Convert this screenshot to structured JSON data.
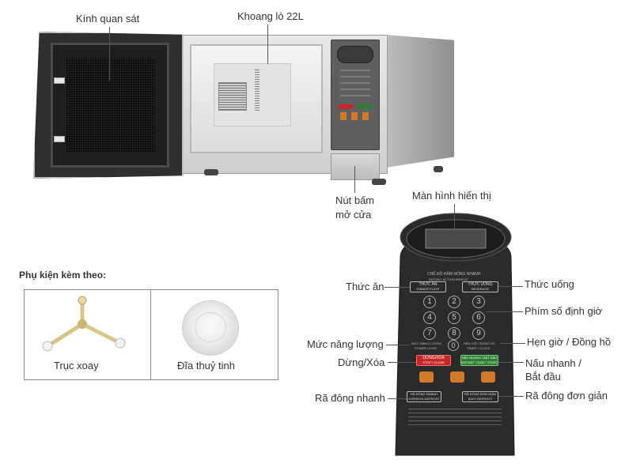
{
  "labels": {
    "kinh_quan_sat": "Kính quan sát",
    "khoang_lo": "Khoang lò 22L",
    "nut_bam_line1": "Nút bấm",
    "nut_bam_line2": "mở cửa",
    "man_hinh": "Màn hình hiển thị",
    "thuc_an": "Thức ăn",
    "thuc_uong": "Thức uống",
    "phim_so": "Phím số định giờ",
    "muc_nang_luong": "Mức năng lượng",
    "hen_gio": "Hẹn giờ / Đồng hồ",
    "dung_xoa": "Dừng/Xóa",
    "nau_nhanh_line1": "Nấu nhanh /",
    "nau_nhanh_line2": "Bắt đầu",
    "ra_dong_nhanh": "Rã đông nhanh",
    "ra_dong_don_gian": "Rã đông đơn giản"
  },
  "accessories": {
    "title": "Phụ kiện kèm theo:",
    "items": [
      "Trục xoay",
      "Đĩa thuỷ tinh"
    ]
  },
  "panel": {
    "header_vi": "CHẾ ĐỘ HÂM NÓNG NHANH",
    "header_en": "INSTANT ACTION REHEAT",
    "food_vi": "THỨC ĂN",
    "food_en": "DINNER PLATE",
    "drink_vi": "THỨC UỐNG",
    "drink_en": "BEVERAGE",
    "numbers": [
      "1",
      "2",
      "3",
      "4",
      "5",
      "6",
      "7",
      "8",
      "9",
      "0"
    ],
    "power_vi": "MỨC NĂNG LƯỢNG",
    "power_en": "POWER LEVEL",
    "timer_vi": "HẸN GIỜ / ĐỒNG HỒ",
    "timer_en": "TIMER / CLOCK",
    "stop_vi": "DỪNG/XÓA",
    "stop_en": "STOP / CLEAR",
    "start_vi": "NẤU NHANH / BẮT ĐẦU",
    "start_en": "INSTANT COOK / START",
    "express_vi": "RÃ ĐÔNG NHANH",
    "express_en": "EXPRESS DEFROST",
    "easy_vi": "RÃ ĐÔNG ĐƠN GIẢN",
    "easy_en": "EASY DEFROST"
  },
  "colors": {
    "panel_bg": "#2b2b2b",
    "stop_red": "#c62828",
    "start_green": "#2e7d32",
    "leader": "#555555"
  }
}
